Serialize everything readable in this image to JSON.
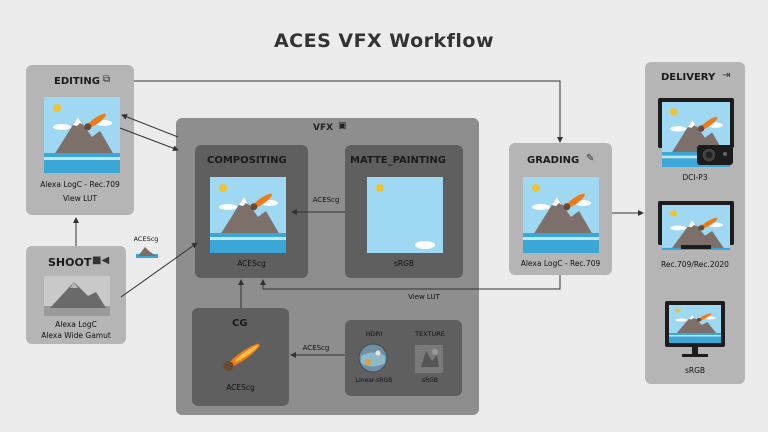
{
  "title": "ACES VFX Workflow",
  "editing": {
    "title": "EDITING",
    "caption1": "Alexa LogC - Rec.709",
    "caption2": "View LUT"
  },
  "shoot": {
    "title": "SHOOT",
    "caption1": "Alexa LogC",
    "caption2": "Alexa Wide Gamut"
  },
  "vfx": {
    "title": "VFX"
  },
  "compositing": {
    "title": "COMPOSITING",
    "caption": "ACEScg"
  },
  "matte": {
    "title": "MATTE_PAINTING",
    "caption": "sRGB"
  },
  "cg": {
    "title": "CG",
    "caption": "ACEScg"
  },
  "hdri": {
    "title": "HDRI",
    "caption": "Linear-sRGB"
  },
  "texture": {
    "title": "TEXTURE",
    "caption": "sRGB"
  },
  "grading": {
    "title": "GRADING",
    "caption": "Alexa LogC - Rec.709"
  },
  "delivery": {
    "title": "DELIVERY",
    "items": [
      "DCI-P3",
      "Rec.709/Rec.2020",
      "sRGB"
    ]
  },
  "arrows": {
    "shoot_to_vfx": "ACEScg",
    "matte_to_comp": "ACEScg",
    "assets_to_cg": "ACEScg",
    "grading_to_comp": "View LUT"
  },
  "colors": {
    "sky": "#9fd8f2",
    "mountain": "#7d6f6a",
    "snow": "#ffffff",
    "sea": "#3aa7d6",
    "sun": "#f2c230",
    "comet": "#f07a18"
  }
}
